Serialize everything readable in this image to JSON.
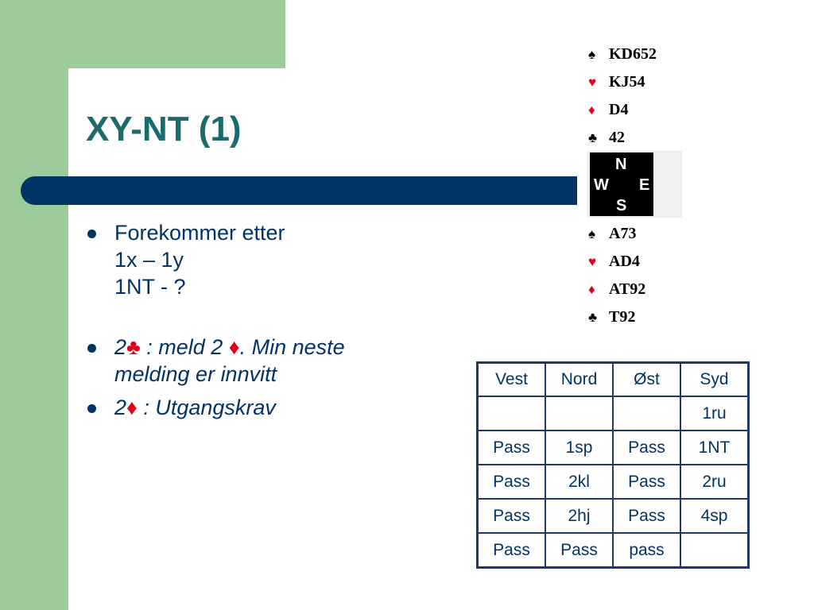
{
  "slide": {
    "title": "XY-NT (1)",
    "colors": {
      "green_band": "#9dcc9a",
      "title": "#1a6b6b",
      "bar": "#003366",
      "text": "#003366",
      "red_suit": "#e0001b"
    }
  },
  "bullets": [
    {
      "lines": [
        "Forekommer etter",
        "1x –  1y",
        "1NT - ?"
      ]
    },
    {
      "part1": "2",
      "suit1": "♣",
      "part2": " : meld 2 ",
      "suit2": "♦",
      "part3": ". Min neste",
      "line2": "melding er innvitt"
    },
    {
      "part1": "2",
      "suit1": "♦",
      "part2": " : Utgangskrav"
    }
  ],
  "hand_north": [
    {
      "suit": "♠",
      "cards": "KD652"
    },
    {
      "suit": "♥",
      "cards": "KJ54"
    },
    {
      "suit": "♦",
      "cards": "D4"
    },
    {
      "suit": "♣",
      "cards": "42"
    }
  ],
  "compass": {
    "n": "N",
    "w": "W",
    "e": "E",
    "s": "S"
  },
  "hand_south": [
    {
      "suit": "♠",
      "cards": "A73"
    },
    {
      "suit": "♥",
      "cards": "AD4"
    },
    {
      "suit": "♦",
      "cards": "AT92"
    },
    {
      "suit": "♣",
      "cards": "T92"
    }
  ],
  "bidding": {
    "headers": [
      "Vest",
      "Nord",
      "Øst",
      "Syd"
    ],
    "rows": [
      [
        "",
        "",
        "",
        "1ru"
      ],
      [
        "Pass",
        "1sp",
        "Pass",
        "1NT"
      ],
      [
        "Pass",
        "2kl",
        "Pass",
        "2ru"
      ],
      [
        "Pass",
        "2hj",
        "Pass",
        "4sp"
      ],
      [
        "Pass",
        "Pass",
        "pass",
        ""
      ]
    ]
  }
}
